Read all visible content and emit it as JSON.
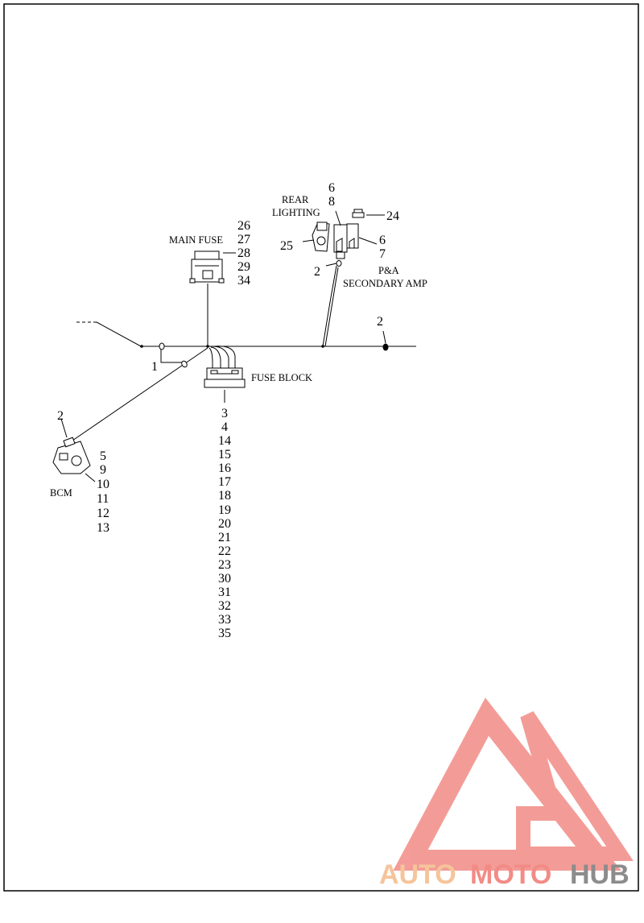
{
  "labels": {
    "main_fuse": "MAIN FUSE",
    "rear_lighting_1": "REAR",
    "rear_lighting_2": "LIGHTING",
    "pa_1": "P&A",
    "pa_2": "SECONDARY AMP",
    "fuse_block": "FUSE BLOCK",
    "bcm": "BCM"
  },
  "callouts": {
    "main_fuse": [
      "26",
      "27",
      "28",
      "29",
      "34"
    ],
    "rear_top": [
      "6",
      "8"
    ],
    "rear_lighting_connector": "25",
    "cap_part": "24",
    "pa_side": [
      "6",
      "7"
    ],
    "ground_rear": "2",
    "ground_right": "2",
    "ground_bcm": "2",
    "clip_left": "1",
    "fuse_block": [
      "3",
      "4",
      "14",
      "15",
      "16",
      "17",
      "18",
      "19",
      "20",
      "21",
      "22",
      "23",
      "30",
      "31",
      "32",
      "33",
      "35"
    ],
    "bcm": [
      "5",
      "9",
      "10",
      "11",
      "12",
      "13"
    ]
  },
  "watermark": {
    "part1": "AUTO",
    "part2": "MOTO",
    "part3": "HUB",
    "color_light": "#f6c49a",
    "color_red": "#f28b86",
    "color_gray": "#8c8c8c"
  }
}
